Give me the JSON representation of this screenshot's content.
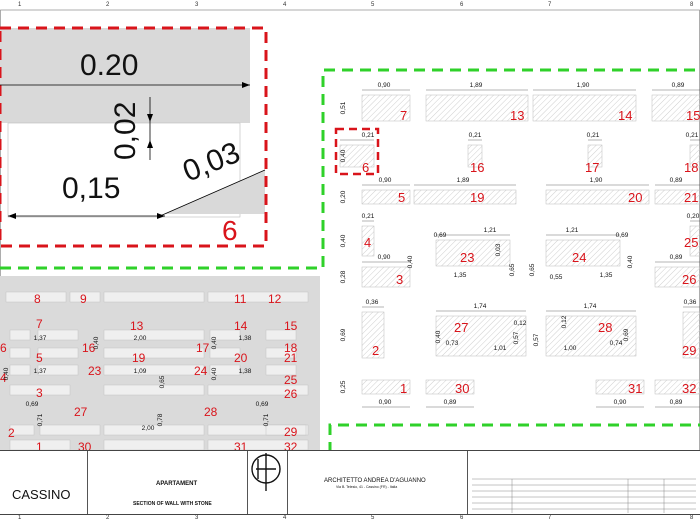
{
  "rulers": {
    "top": [
      "1",
      "2",
      "3",
      "4",
      "5",
      "6",
      "7",
      "8"
    ],
    "bottom": [
      "1",
      "2",
      "3",
      "4",
      "5",
      "6",
      "7",
      "8"
    ]
  },
  "detail": {
    "dim_width": "0.20",
    "dim_vertical": "0,02",
    "dim_bottom": "0,15",
    "dim_slope": "0,03",
    "detail_number": "6"
  },
  "elevation": {
    "stones": [
      {
        "n": "7",
        "top": "0,90",
        "side": "0,51"
      },
      {
        "n": "13",
        "top": "1,89"
      },
      {
        "n": "14",
        "top": "1,90"
      },
      {
        "n": "15",
        "top": "0,89"
      },
      {
        "n": "6",
        "top": "0,21",
        "side": "0,40"
      },
      {
        "n": "16",
        "top": "0,21"
      },
      {
        "n": "17",
        "top": "0,21"
      },
      {
        "n": "18",
        "top": "0,21"
      },
      {
        "n": "5",
        "top": "0,90",
        "side": "0,20"
      },
      {
        "n": "19",
        "top": "1,89"
      },
      {
        "n": "20",
        "top": "1,90"
      },
      {
        "n": "21",
        "top": "0,89"
      },
      {
        "n": "4",
        "top": "0,21",
        "side": "0,40"
      },
      {
        "n": "23",
        "top": "1,21"
      },
      {
        "n": "24",
        "top": "1,21"
      },
      {
        "n": "25",
        "top": "0,20"
      },
      {
        "n": "3",
        "top": "0,90",
        "side": "0,28"
      },
      {
        "n": "26",
        "top": "0,89"
      },
      {
        "n": "2",
        "top": "0,36",
        "side": "0,69"
      },
      {
        "n": "27",
        "top": "1,74"
      },
      {
        "n": "28",
        "top": "1,74"
      },
      {
        "n": "29",
        "top": "0,36"
      },
      {
        "n": "1",
        "top": "0,90",
        "side": "0,25"
      },
      {
        "n": "30",
        "top": "0,89"
      },
      {
        "n": "31",
        "top": "0,90"
      },
      {
        "n": "32",
        "top": "0,89"
      }
    ],
    "extra_dims": [
      "0,69",
      "0,03",
      "0,40",
      "1,35",
      "0,65",
      "0,55",
      "0,65",
      "0,40",
      "1,35",
      "0,69",
      "0,40",
      "0,12",
      "0,73",
      "1,01",
      "0,57",
      "0,57",
      "0,12",
      "1,00",
      "0,74",
      "0,69"
    ]
  },
  "overview": {
    "labels": [
      "8",
      "9",
      "11",
      "12",
      "7",
      "13",
      "14",
      "15",
      "6",
      "16",
      "17",
      "18",
      "5",
      "19",
      "20",
      "21",
      "4",
      "23",
      "24",
      "25",
      "3",
      "26",
      "2",
      "27",
      "28",
      "29",
      "1",
      "30",
      "31",
      "32"
    ],
    "dims": [
      "1,37",
      "2,00",
      "1,38",
      "1,37",
      "1,09",
      "1,38",
      "0,40",
      "0,40",
      "0,40",
      "0,65",
      "0,69",
      "0,71",
      "2,00",
      "0,78",
      "0,69",
      "0,71",
      "0,40"
    ]
  },
  "titleblock": {
    "location": "CASSINO",
    "project": "APARTAMENT",
    "drawing": "SECTION OF WALL WITH STONE",
    "studio": "ARCHITETTO ANDREA D'AGUANNO",
    "address": "Via B. Telesio, 41 - Cassino (FR) - Italia"
  },
  "colors": {
    "red": "#d9141b",
    "green": "#2fd12a",
    "stone": "#e8e8e8",
    "hatch": "#d8d8d8",
    "panel": "#d9d9d9"
  }
}
